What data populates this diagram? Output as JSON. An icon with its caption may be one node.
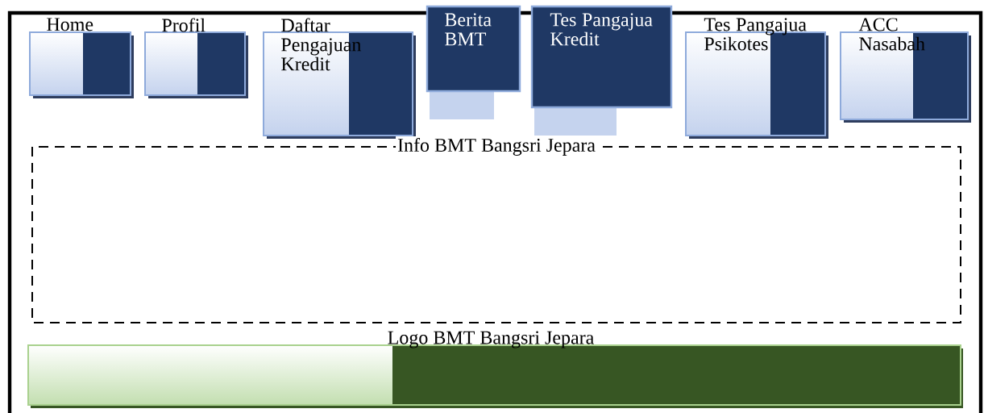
{
  "diagram": {
    "nodes": [
      {
        "text": [
          "Home"
        ]
      },
      {
        "text": [
          "Profil"
        ]
      },
      {
        "text": [
          "Daftar Pengajuan Kredit"
        ]
      },
      {
        "text": [
          "Berita BMT"
        ]
      },
      {
        "text": [
          "Tes Pangajua Kredit"
        ]
      },
      {
        "text": [
          "Tes Pangajua Psikotes"
        ]
      },
      {
        "text": [
          "ACC Nasabah"
        ]
      },
      {
        "text": [
          "Info BMT Bangsri Jepara"
        ]
      },
      {
        "text": [
          "Logo BMT Bangsri Jepara"
        ]
      }
    ]
  }
}
